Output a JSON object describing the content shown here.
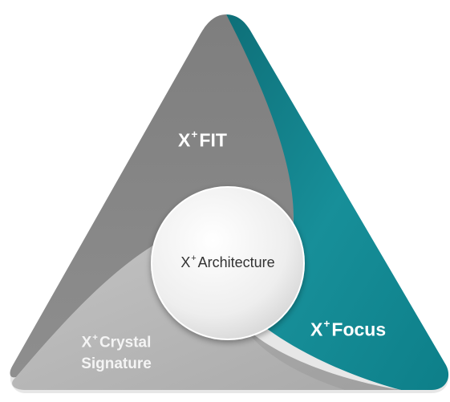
{
  "segments": [
    {
      "key": "fit",
      "prefix": "X",
      "sup": "+",
      "text": "FIT",
      "color": "#8a8a8a"
    },
    {
      "key": "focus",
      "prefix": "X",
      "sup": "+",
      "text": "Focus",
      "color": "#17919b"
    },
    {
      "key": "crystal",
      "prefix": "X",
      "sup": "+",
      "text_line1": "Crystal",
      "text_line2": "Signature",
      "color": "#b3b3b3"
    }
  ],
  "center": {
    "prefix": "X",
    "sup": "+",
    "text": "Architecture",
    "color": "#eeeeee"
  }
}
